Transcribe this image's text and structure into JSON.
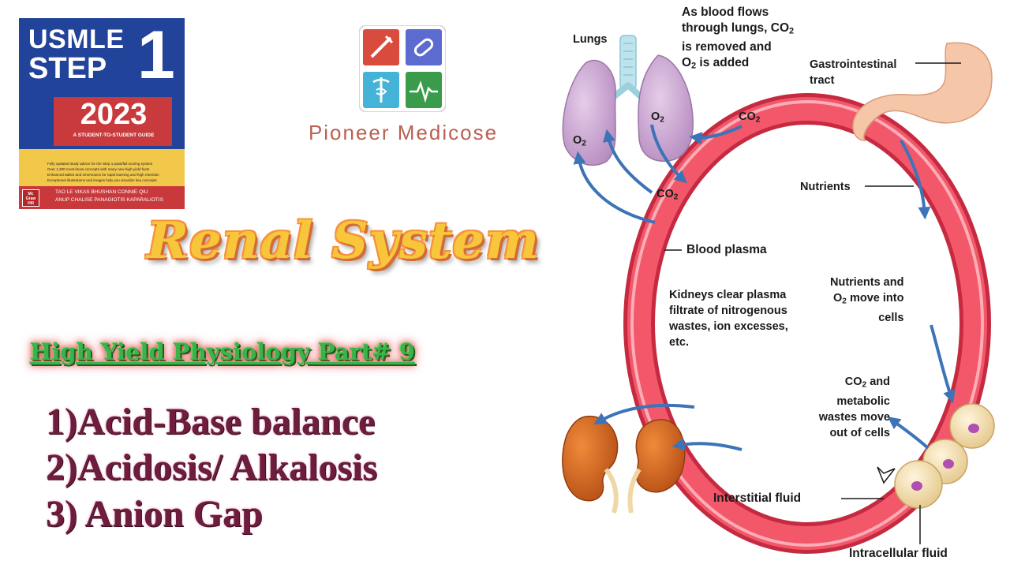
{
  "book": {
    "brand_line1": "USMLE",
    "brand_line2": "STEP",
    "step_number": "1",
    "year": "2023",
    "subtitle": "A STUDENT-TO-STUDENT GUIDE",
    "bullets": [
      "Fully updated study advice for the Step 1 pass/fail scoring system",
      "Over 1,300 must-know concepts with many new high-yield facts",
      "Enhanced tables and mnemonics for rapid learning and high retention",
      "Exceptional illustrations and images help you visualize key concepts"
    ],
    "authors_line1": "TAO LE   VIKAS BHUSHAN   CONNIE QIU",
    "authors_line2": "ANUP CHALISE   PANAGIOTIS KAPARALIOTIS",
    "publisher": "Mc Graw Hill"
  },
  "brand": {
    "name": "Pioneer Medicose"
  },
  "title": "Renal System",
  "subtitle": "High Yield Physiology Part# 9",
  "topics": [
    "1)Acid-Base balance",
    "2)Acidosis/ Alkalosis",
    "3) Anion Gap"
  ],
  "diagram": {
    "lungs": "Lungs",
    "lung_note_l1": "As blood flows",
    "lung_note_l2": "through lungs, CO",
    "lung_note_l3": "is removed and",
    "lung_note_l4": "O",
    "lung_note_l4b": " is added",
    "gi_l1": "Gastrointestinal",
    "gi_l2": "tract",
    "co2": "CO",
    "o2": "O",
    "sub2": "2",
    "nutrients": "Nutrients",
    "blood_plasma": "Blood plasma",
    "kidney_l1": "Kidneys clear plasma",
    "kidney_l2": "filtrate of nitrogenous",
    "kidney_l3": "wastes, ion excesses,",
    "kidney_l4": "etc.",
    "nutr_l1": "Nutrients and",
    "nutr_l2b": " move into",
    "nutr_l3": "cells",
    "waste_l1b": " and",
    "waste_l2": "metabolic",
    "waste_l3": "wastes move",
    "waste_l4": "out of cells",
    "interstitial": "Interstitial fluid",
    "intracellular": "Intracellular fluid"
  },
  "colors": {
    "ring": "#e93a52",
    "arrow": "#3d74b8",
    "lungs": "#c9a0cf",
    "kidney": "#d2641f",
    "cells": "#f1dca8",
    "book_blue": "#21439a",
    "book_red": "#c83a3c",
    "book_yellow": "#f2c84b"
  }
}
